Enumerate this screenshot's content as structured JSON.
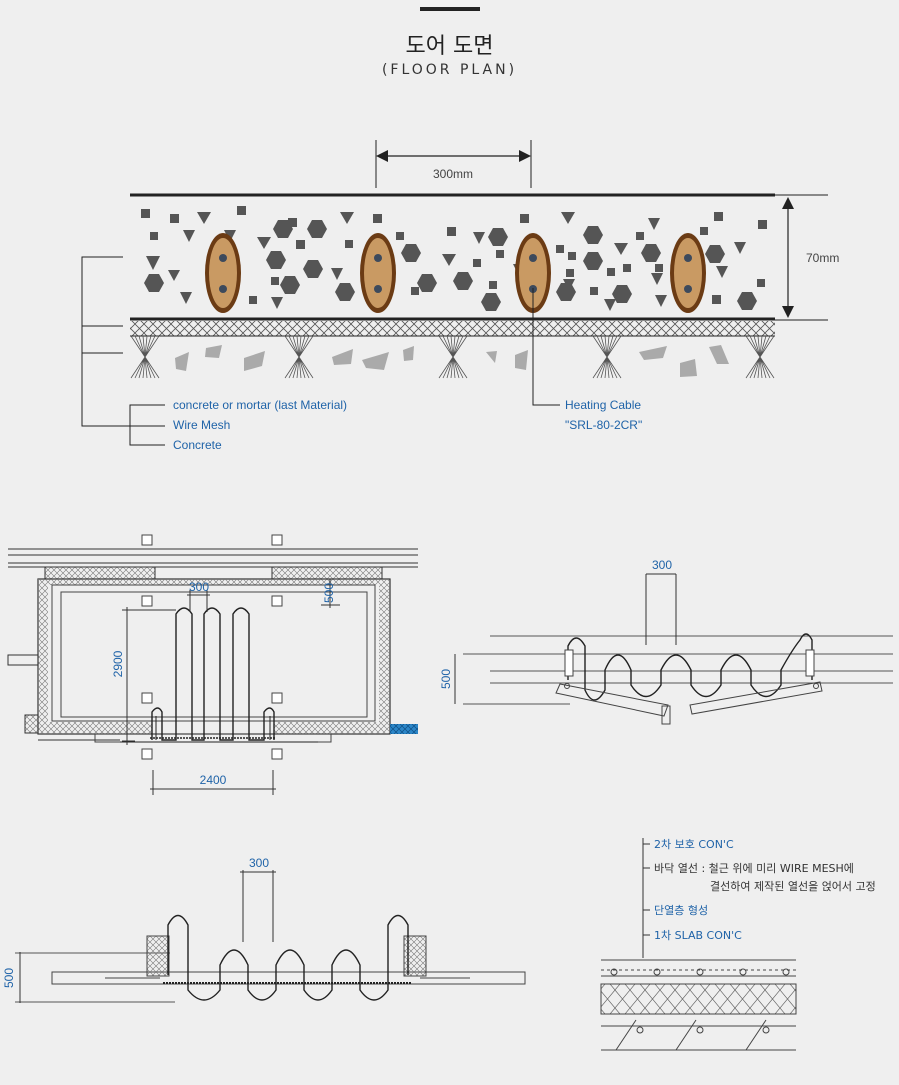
{
  "header": {
    "title": "도어 도면",
    "subtitle": "(FLOOR PLAN)"
  },
  "section": {
    "spacing": "300mm",
    "height": "70mm",
    "legend": [
      "concrete or mortar (last Material)",
      "Wire Mesh",
      "Concrete"
    ],
    "cable_label": "Heating Cable",
    "cable_model": "\"SRL-80-2CR\""
  },
  "plan": {
    "dim_spacing": "300",
    "dim_depth": "500",
    "dim_height": "2900",
    "dim_width": "2400"
  },
  "detail_right": {
    "dim_spacing": "300",
    "dim_depth": "500"
  },
  "detail_bottom": {
    "dim_spacing": "300",
    "dim_depth": "500"
  },
  "layers": {
    "l1": "2차 보호 CON'C",
    "l2a": "바닥 열선 : 철근 위에 미리 WIRE MESH에",
    "l2b": "결선하여 제작된 열선을 얹어서 고정",
    "l3": "단열층 형성",
    "l4": "1차 SLAB CON'C"
  }
}
